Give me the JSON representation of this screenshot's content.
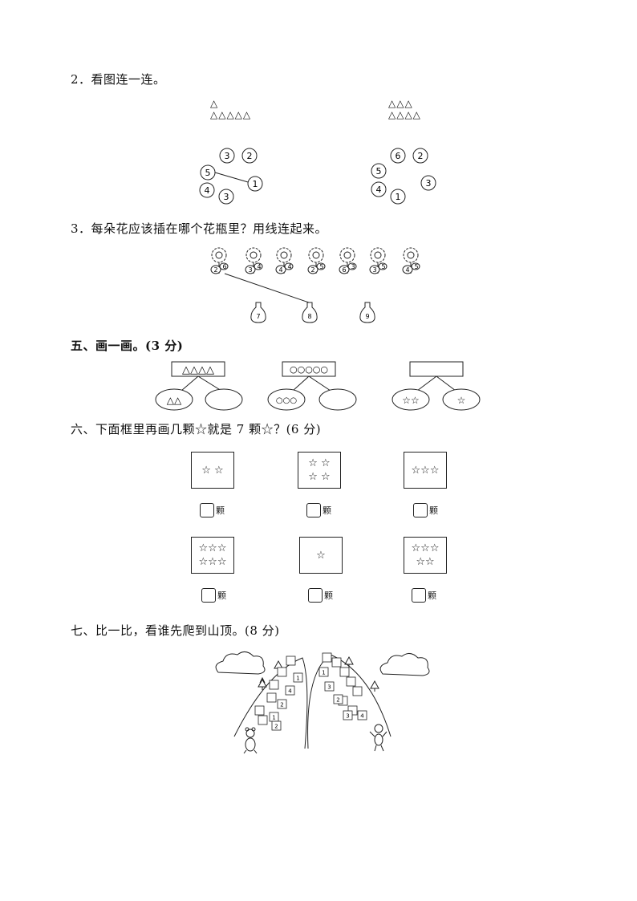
{
  "q2": {
    "title": "2．看图连一连。",
    "left_triangles_row1": "△",
    "left_triangles_row2": "△△△△△",
    "right_triangles_row1": "△△△",
    "right_triangles_row2": "△△△△",
    "left_circles": [
      "3",
      "2",
      "5",
      "1",
      "4",
      "3"
    ],
    "right_circles": [
      "6",
      "2",
      "5",
      "3",
      "4",
      "1"
    ]
  },
  "q3": {
    "title": "3．每朵花应该插在哪个花瓶里？用线连起来。",
    "flowers": [
      {
        "a": "2",
        "b": "6"
      },
      {
        "a": "3",
        "b": "4"
      },
      {
        "a": "4",
        "b": "4"
      },
      {
        "a": "2",
        "b": "5"
      },
      {
        "a": "6",
        "b": "3"
      },
      {
        "a": "3",
        "b": "5"
      },
      {
        "a": "4",
        "b": "5"
      }
    ],
    "vases": [
      "7",
      "8",
      "9"
    ]
  },
  "s5": {
    "title": "五、画一画。(3 分)",
    "groups": [
      {
        "top": "△△△△",
        "left": "△△",
        "right": ""
      },
      {
        "top": "○○○○○",
        "left": "○○○",
        "right": ""
      },
      {
        "top": "",
        "left": "☆☆",
        "right": "☆"
      }
    ]
  },
  "s6": {
    "title": "六、下面框里再画几颗☆就是 7 颗☆？(6 分)",
    "boxes_row1": [
      "☆ ☆",
      "☆ ☆\n☆ ☆",
      "☆☆☆"
    ],
    "boxes_row2": [
      "☆☆☆\n☆☆☆",
      "☆",
      "☆☆☆\n☆☆"
    ],
    "unit": "颗"
  },
  "s7": {
    "title": "七、比一比，看谁先爬到山顶。(8 分)",
    "left_steps": [
      "1",
      "4",
      "2",
      "1",
      "2"
    ],
    "right_steps": [
      "1",
      "3",
      "2",
      "3",
      "4"
    ]
  }
}
